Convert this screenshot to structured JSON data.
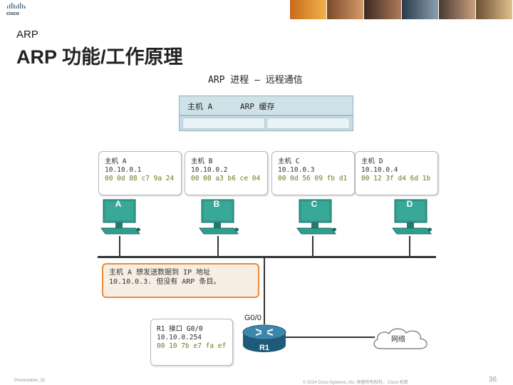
{
  "header": {
    "logo_text": "cisco",
    "section": "ARP",
    "title": "ARP 功能/工作原理"
  },
  "diagram": {
    "title": "ARP 进程 — 远程通信",
    "arp_cache": {
      "host": "主机 A",
      "label": "ARP 缓存"
    },
    "hosts": [
      {
        "name": "主机 A",
        "ip": "10.10.0.1",
        "mac": "00 0d 88 c7 9a 24"
      },
      {
        "name": "主机 B",
        "ip": "10.10.0.2",
        "mac": "00 08 a3 b6 ce 04"
      },
      {
        "name": "主机 C",
        "ip": "10.10.0.3",
        "mac": "00 0d 56 09 fb d1"
      },
      {
        "name": "主机 D",
        "ip": "10.10.0.4",
        "mac": "00 12 3f d4 6d 1b"
      }
    ],
    "pcs": [
      "A",
      "B",
      "C",
      "D"
    ],
    "message": {
      "line1": "主机 A 想发送数据到 IP 地址",
      "line2": "10.10.0.3. 但没有 ARP 条目。"
    },
    "router": {
      "interface_label": "G0/0",
      "name": "R1",
      "box_name": "R1 接口 G0/0",
      "ip": "10.10.0.254",
      "mac": "00 10 7b e7 fa ef"
    },
    "cloud_label": "网络"
  },
  "footer": {
    "left": "Presentation_ID",
    "middle": "© 2014 Cisco Systems, Inc. 保留所有权利。 Cisco 机密",
    "page_number": "36"
  },
  "colors": {
    "accent_orange": "#ec8a3b",
    "cache_blue": "#c7dce3",
    "pc_screen": "#2f9e8e",
    "mac_text": "#6a7a1f",
    "router_blue": "#1e5a7a"
  }
}
